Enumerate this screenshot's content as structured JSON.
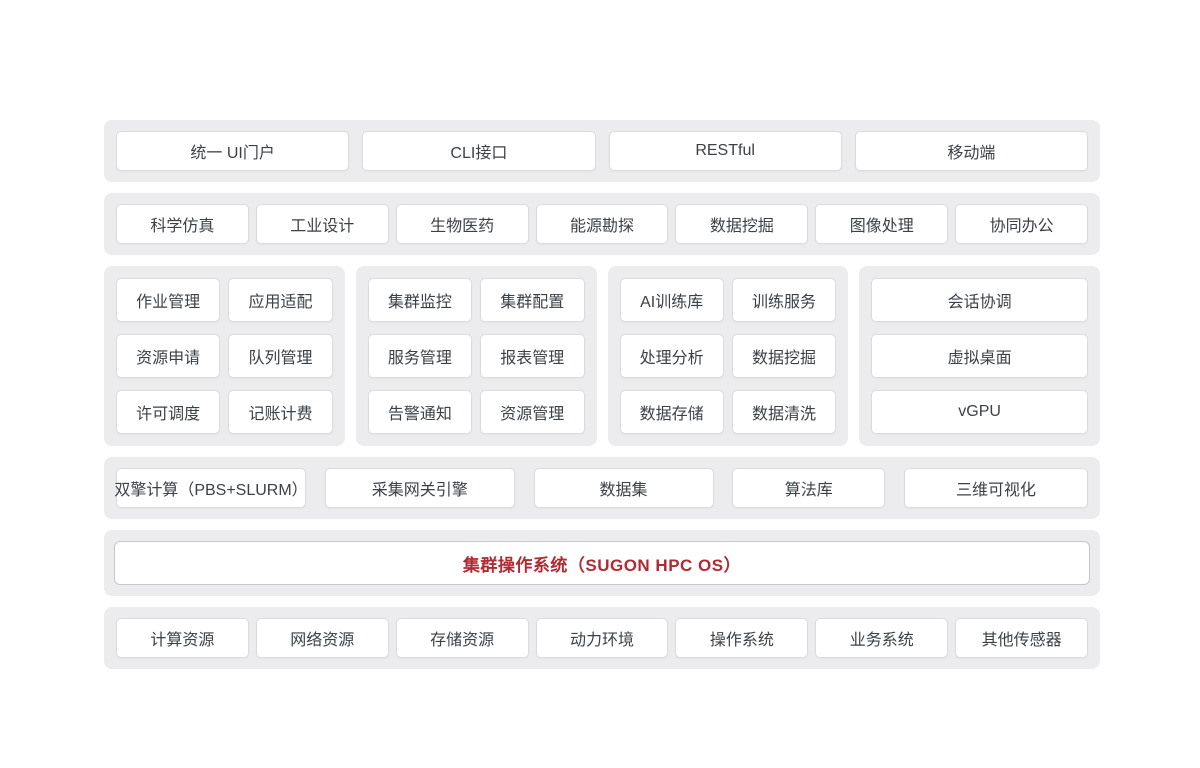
{
  "colors": {
    "container_bg": "#ECECEE",
    "box_bg": "#FFFFFF",
    "box_border": "#DBDBDB",
    "os_border": "#C6C6C8",
    "text": "#3C4147",
    "accent_red": "#B22A31"
  },
  "interface_layer": {
    "items": [
      "统一 UI门户",
      "CLI接口",
      "RESTful",
      "移动端"
    ]
  },
  "application_layer": {
    "items": [
      "科学仿真",
      "工业设计",
      "生物医药",
      "能源勘探",
      "数据挖掘",
      "图像处理",
      "协同办公"
    ]
  },
  "module_layer": {
    "groups": [
      {
        "items": [
          "作业管理",
          "应用适配",
          "资源申请",
          "队列管理",
          "许可调度",
          "记账计费"
        ]
      },
      {
        "items": [
          "集群监控",
          "集群配置",
          "服务管理",
          "报表管理",
          "告警通知",
          "资源管理"
        ]
      },
      {
        "items": [
          "AI训练库",
          "训练服务",
          "处理分析",
          "数据挖掘",
          "数据存储",
          "数据清洗"
        ]
      },
      {
        "items": [
          "会话协调",
          "虚拟桌面",
          "vGPU"
        ]
      }
    ]
  },
  "engine_layer": {
    "items": [
      "双擎计算（PBS+SLURM）",
      "采集网关引擎",
      "数据集",
      "算法库",
      "三维可视化"
    ]
  },
  "os_layer": {
    "title": "集群操作系统（SUGON HPC OS）"
  },
  "resource_layer": {
    "items": [
      "计算资源",
      "网络资源",
      "存储资源",
      "动力环境",
      "操作系统",
      "业务系统",
      "其他传感器"
    ]
  }
}
